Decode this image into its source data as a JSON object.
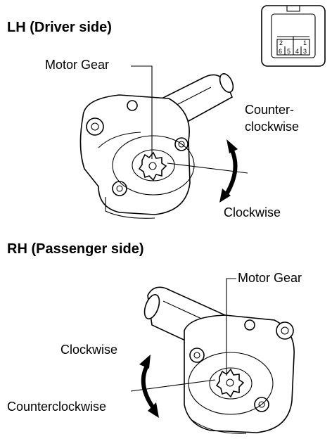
{
  "lh_section": {
    "heading": "LH (Driver side)",
    "motor_gear_label": "Motor Gear",
    "counter_label_line1": "Counter-",
    "counter_label_line2": "clockwise",
    "clockwise_label": "Clockwise"
  },
  "rh_section": {
    "heading": "RH (Passenger side)",
    "motor_gear_label": "Motor Gear",
    "clockwise_label": "Clockwise",
    "counterclockwise_label": "Counterclockwise"
  },
  "connector": {
    "pins_top": [
      "2",
      "1"
    ],
    "pins_bottom": [
      "6",
      "5",
      "4",
      "3"
    ]
  }
}
